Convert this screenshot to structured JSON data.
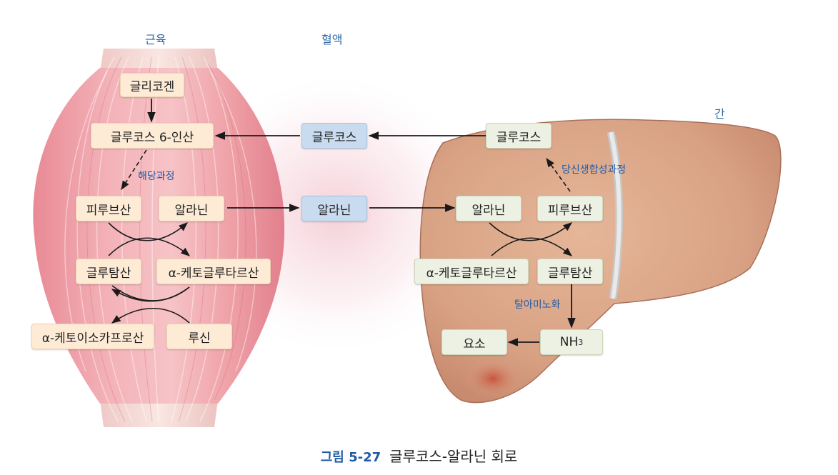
{
  "regions": {
    "muscle": "근육",
    "blood": "혈액",
    "liver": "간"
  },
  "muscle": {
    "glycogen": "글리코겐",
    "g6p": "글루코스 6-인산",
    "glycolysis_label": "해당과정",
    "pyruvate": "피루브산",
    "alanine": "알라닌",
    "glutamate": "글루탐산",
    "akg": "α-케토글루타르산",
    "akic": "α-케토이소카프로산",
    "leucine": "루신"
  },
  "blood": {
    "glucose": "글루코스",
    "alanine": "알라닌"
  },
  "liver": {
    "glucose": "글루코스",
    "gluconeogenesis_label": "당신생합성과정",
    "alanine": "알라닌",
    "pyruvate": "피루브산",
    "akg": "α-케토글루타르산",
    "glutamate": "글루탐산",
    "deamination_label": "탈아미노화",
    "urea": "요소",
    "nh3_main": "NH",
    "nh3_sub": "3"
  },
  "caption": {
    "figure": "그림 5-27",
    "title": "글루코스-알라닌 회로"
  },
  "colors": {
    "muscle_box": "#fdebd6",
    "blood_box": "#c9dcef",
    "liver_box": "#edf1e3",
    "label_blue": "#1f5aa6"
  }
}
